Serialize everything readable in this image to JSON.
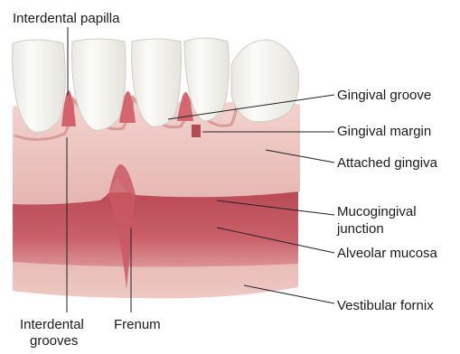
{
  "labels": {
    "interdental_papilla": "Interdental papilla",
    "gingival_groove": "Gingival groove",
    "gingival_margin": "Gingival margin",
    "attached_gingiva": "Attached gingiva",
    "mucogingival_junction_line1": "Mucogingival",
    "mucogingival_junction_line2": "junction",
    "alveolar_mucosa": "Alveolar mucosa",
    "vestibular_fornix": "Vestibular fornix",
    "interdental_grooves_line1": "Interdental",
    "interdental_grooves_line2": "grooves",
    "frenum": "Frenum"
  },
  "colors": {
    "gingiva": "#ecc4c0",
    "gingiva_light": "#f4d8d4",
    "mucosa": "#c9606a",
    "mucosa_deep": "#b24450",
    "tooth": "#f7f6f1",
    "leader": "#222222"
  }
}
